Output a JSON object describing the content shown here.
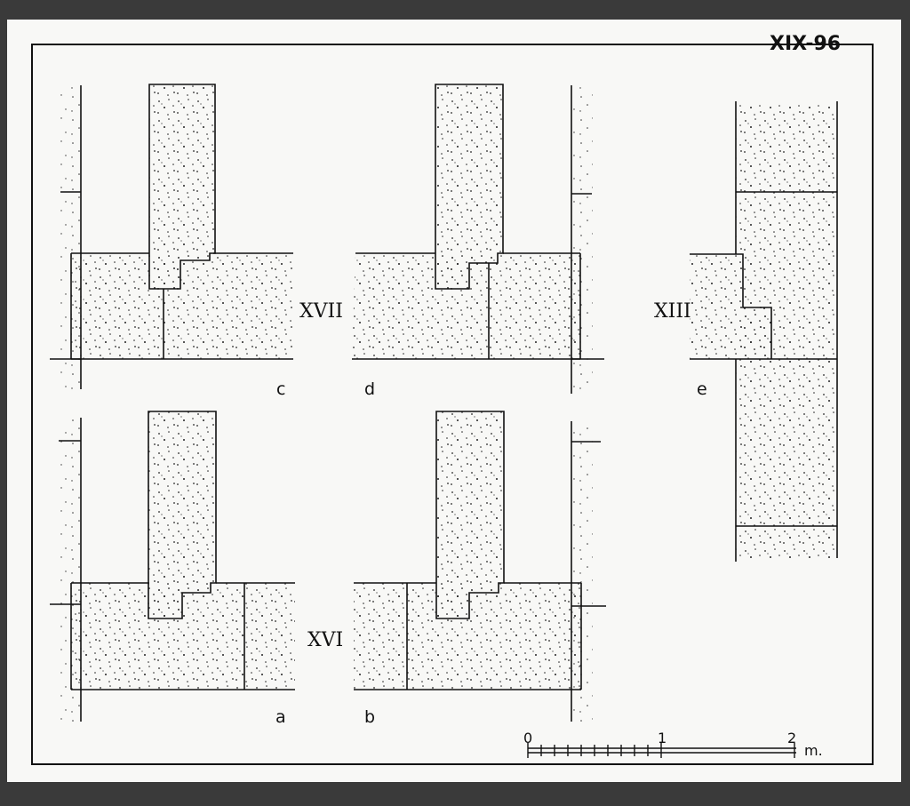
{
  "sheet": {
    "archive_number": "XIX-96"
  },
  "groups": {
    "upper_roman": "XVII",
    "lower_roman": "XVI",
    "right_roman": "XIII"
  },
  "details": {
    "a": "a",
    "b": "b",
    "c": "c",
    "d": "d",
    "e": "e"
  },
  "scale_bar": {
    "tick_0": "0",
    "tick_1": "1",
    "tick_2": "2",
    "unit": "m."
  },
  "colors": {
    "paper": "#f8f8f6",
    "ink": "#111111",
    "backing": "#3a3a3a"
  }
}
